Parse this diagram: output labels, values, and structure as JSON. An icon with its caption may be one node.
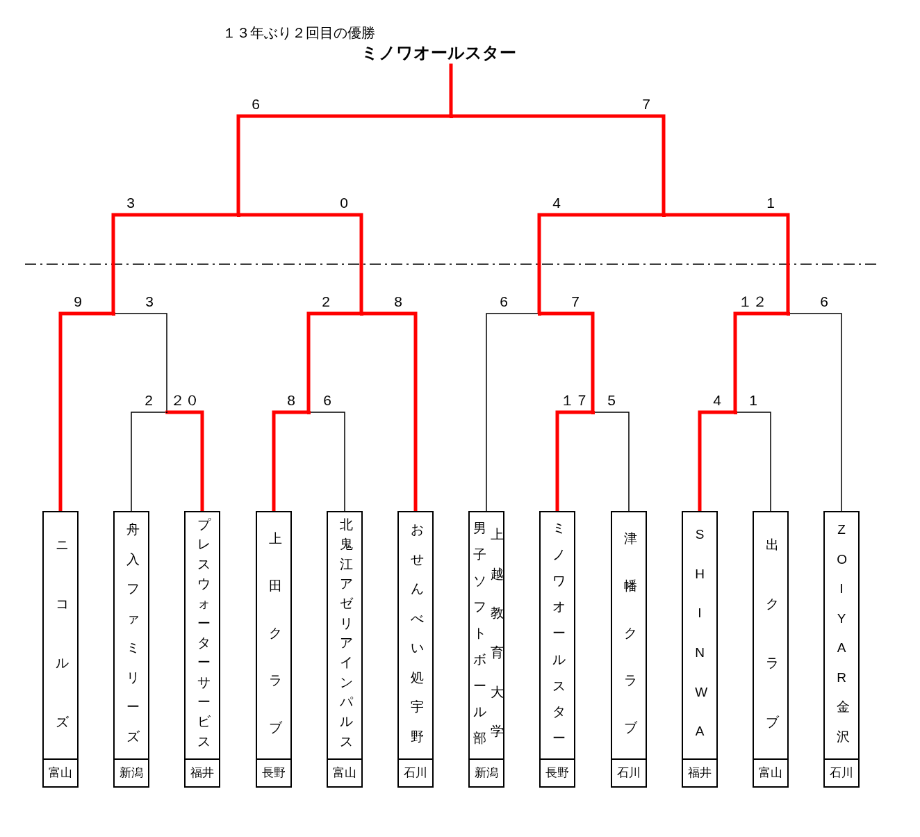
{
  "diagram": {
    "nodes": [
      {
        "text": [
          "ミノワオールスター"
        ],
        "beside": [
          "１３年ぶり２回目の優勝"
        ]
      },
      {
        "text": [],
        "shape": "junction"
      },
      {
        "text": [],
        "shape": "junction"
      },
      {
        "text": [],
        "shape": "junction"
      },
      {
        "text": [],
        "shape": "junction"
      },
      {
        "text": [],
        "shape": "junction"
      },
      {
        "text": [],
        "shape": "junction"
      },
      {
        "text": [],
        "shape": "junction"
      },
      {
        "text": [],
        "shape": "junction"
      },
      {
        "text": [],
        "shape": "junction"
      },
      {
        "text": [],
        "shape": "junction"
      },
      {
        "text": [],
        "shape": "junction"
      },
      {
        "text": [
          "ニコルズ",
          "富山"
        ]
      },
      {
        "text": [
          "舟入ファミリーズ",
          "新潟"
        ]
      },
      {
        "text": [
          "プレスウォーターサービス",
          "福井"
        ]
      },
      {
        "text": [
          "上田クラブ",
          "長野"
        ]
      },
      {
        "text": [
          "北鬼江アゼリアインパルス",
          "富山"
        ]
      },
      {
        "text": [
          "おせんべい処宇野",
          "石川"
        ]
      },
      {
        "text": [
          "男子ソフトボール部",
          "上越教育大学",
          "新潟"
        ]
      },
      {
        "text": [
          "ミノワオールスター",
          "長野"
        ]
      },
      {
        "text": [
          "津幡クラブ",
          "石川"
        ]
      },
      {
        "text": [
          "SHINWA",
          "福井"
        ]
      },
      {
        "text": [
          "出クラブ",
          "富山"
        ]
      },
      {
        "text": [
          "ZOIYAR金沢",
          "石川"
        ]
      }
    ],
    "edges": [
      {
        "from": 12,
        "to": 4,
        "arrow": "none",
        "label": "9"
      },
      {
        "from": 8,
        "to": 4,
        "arrow": "none",
        "label": "3",
        "color": "#000000"
      },
      {
        "from": 13,
        "to": 8,
        "arrow": "none",
        "label": "2",
        "color": "#000000"
      },
      {
        "from": 14,
        "to": 8,
        "arrow": "none",
        "label": "２０"
      },
      {
        "from": 15,
        "to": 9,
        "arrow": "none",
        "label": "8"
      },
      {
        "from": 16,
        "to": 9,
        "arrow": "none",
        "label": "6",
        "color": "#000000"
      },
      {
        "from": 9,
        "to": 5,
        "arrow": "none",
        "label": "2"
      },
      {
        "from": 17,
        "to": 5,
        "arrow": "none",
        "label": "8"
      },
      {
        "from": 18,
        "to": 6,
        "arrow": "none",
        "label": "6",
        "color": "#000000"
      },
      {
        "from": 10,
        "to": 6,
        "arrow": "none",
        "label": "7"
      },
      {
        "from": 19,
        "to": 10,
        "arrow": "none",
        "label": "１７"
      },
      {
        "from": 20,
        "to": 10,
        "arrow": "none",
        "label": "5",
        "color": "#000000"
      },
      {
        "from": 21,
        "to": 11,
        "arrow": "none",
        "label": "4"
      },
      {
        "from": 22,
        "to": 11,
        "arrow": "none",
        "label": "1",
        "color": "#000000"
      },
      {
        "from": 11,
        "to": 7,
        "arrow": "none",
        "label": "１２"
      },
      {
        "from": 23,
        "to": 7,
        "arrow": "none",
        "label": "6",
        "color": "#000000"
      },
      {
        "from": 4,
        "to": 2,
        "arrow": "none",
        "label": "3"
      },
      {
        "from": 5,
        "to": 2,
        "arrow": "none",
        "label": "0"
      },
      {
        "from": 6,
        "to": 3,
        "arrow": "none",
        "label": "4"
      },
      {
        "from": 7,
        "to": 3,
        "arrow": "none",
        "label": "1"
      },
      {
        "from": 2,
        "to": 1,
        "arrow": "none",
        "label": "6"
      },
      {
        "from": 3,
        "to": 1,
        "arrow": "none",
        "label": "7"
      },
      {
        "from": 1,
        "to": 0,
        "arrow": "none"
      }
    ]
  }
}
